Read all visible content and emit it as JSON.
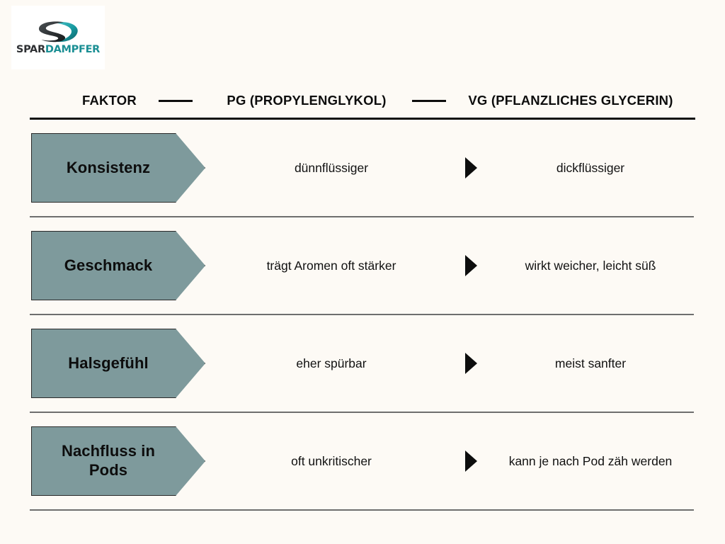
{
  "brand": {
    "logo_text_primary": "SPAR",
    "logo_text_secondary": "DAMPFER",
    "logo_icon": "sd-monogram-icon",
    "accent_color": "#1b8f94",
    "dark_color": "#2e3033"
  },
  "theme": {
    "background": "#fdfaf5",
    "pennant_fill": "#7e9a9c",
    "pennant_border": "#2a2a2a",
    "rule_strong": "#0d0d0d",
    "rule_light": "#6e6e6e",
    "text": "#0d0d0d"
  },
  "table": {
    "headers": {
      "factor": "FAKTOR",
      "pg": "PG (PROPYLENGLYKOL)",
      "vg": "VG (PFLANZLICHES GLYCERIN)"
    },
    "rows": [
      {
        "factor": "Konsistenz",
        "pg": "dünnflüssiger",
        "vg": "dickflüssiger"
      },
      {
        "factor": "Geschmack",
        "pg": "trägt Aromen oft stärker",
        "vg": "wirkt weicher, leicht süß"
      },
      {
        "factor": "Halsgefühl",
        "pg": "eher spürbar",
        "vg": "meist sanfter"
      },
      {
        "factor": "Nachfluss in\nPods",
        "pg": "oft unkritischer",
        "vg": "kann je nach Pod zäh werden"
      }
    ]
  }
}
